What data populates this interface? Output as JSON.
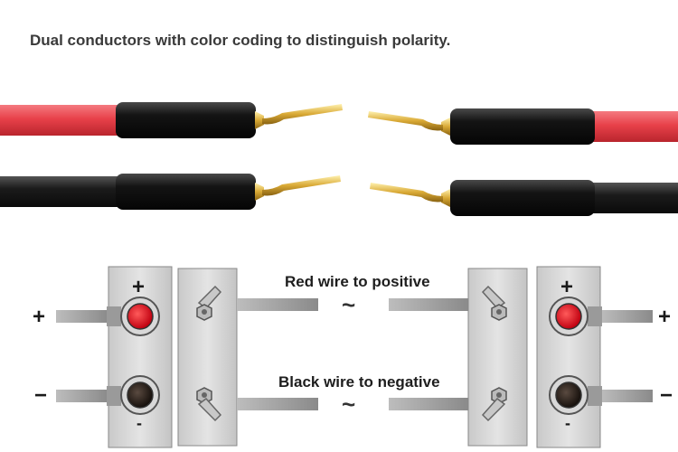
{
  "caption": "Dual conductors with color coding to distinguish polarity.",
  "diagram": {
    "red_label": "Red wire to positive",
    "black_label": "Black wire to negative",
    "tilde": "~",
    "plus": "+",
    "minus": "−",
    "minus_small": "-"
  },
  "colors": {
    "red_insulation": "#e8414a",
    "black_insulation": "#1b1b1b",
    "terminal_red": "#e21b24",
    "terminal_black": "#2a221e",
    "panel_gray": "#d4d4d4",
    "gold": "#d9a935"
  }
}
